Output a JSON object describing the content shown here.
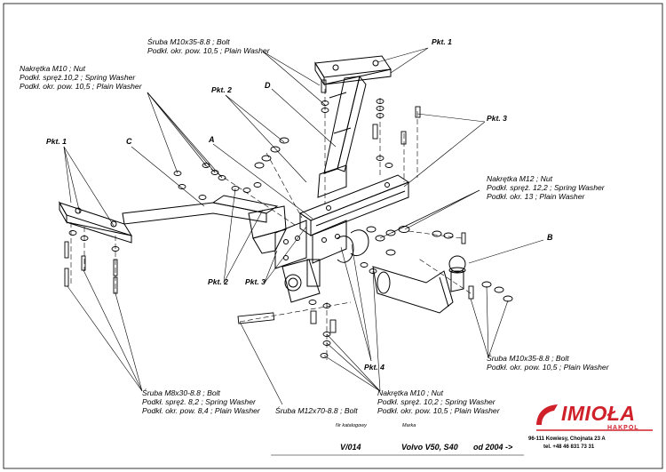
{
  "labels": {
    "bolt_top": [
      "Śruba M10x35-8.8 ; Bolt",
      "Podkł. okr. pow. 10,5 ; Plain Washer"
    ],
    "nut_m10_left": [
      "Nakrętka  M10 ; Nut",
      "Podkł. spręż.10,2 ; Spring Washer",
      "Podkł. okr. pow. 10,5 ; Plain Washer"
    ],
    "nut_m12_right": [
      "Nakrętka  M12 ; Nut",
      "Podkł. spręż. 12,2 ; Spring Washer",
      "Podkł. okr. 13 ; Plain Washer"
    ],
    "bolt_m10_right": [
      "Śruba M10x35-8.8 ;  Bolt",
      "Podkł. okr. pow. 10,5 ; Plain Washer"
    ],
    "bolt_m8_bottom": [
      "Śruba M8x30-8.8 ; Bolt",
      "Podkł. spręż. 8,2 ; Spring Washer",
      "Podkł. okr. pow. 8,4 ; Plain Washer"
    ],
    "bolt_m12_bottom": "Śruba M12x70-8.8 ;  Bolt",
    "nut_m10_bottom": [
      "Nakrętka  M10 ; Nut",
      "Podkł. spręż. 10,2 ; Spring Washer",
      "Podkł. okr. pow. 10,5 ; Plain Washer"
    ]
  },
  "points": {
    "pkt1_top": "Pkt. 1",
    "pkt1_left": "Pkt. 1",
    "pkt2_top": "Pkt. 2",
    "pkt2_bottom": "Pkt. 2",
    "pkt3_right": "Pkt. 3",
    "pkt3_bottom": "Pkt. 3",
    "pkt4": "Pkt. 4"
  },
  "letters": {
    "a": "A",
    "b": "B",
    "c": "C",
    "d": "D"
  },
  "footer": {
    "catalog_caption": "Nr katalogowy",
    "catalog_number": "V/014",
    "brand_caption": "Marka",
    "model": "Volvo V50, S40",
    "years": "od 2004 ->"
  },
  "company": {
    "logo": "IMIOŁA",
    "sub": "HAKPOL",
    "address": "96-111 Kowiesy, Chojnata 23 A",
    "phone": "tel. +48 46 831 73 31"
  },
  "colors": {
    "logo": "#d0202a",
    "line": "#000000"
  }
}
